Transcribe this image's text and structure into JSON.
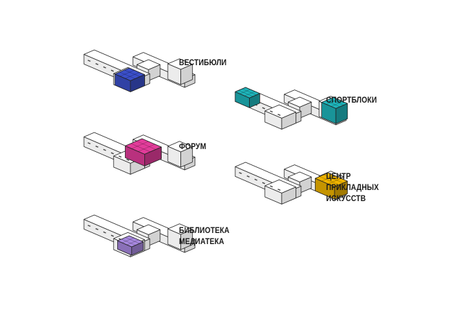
{
  "diagrams": [
    {
      "id": "lobbies",
      "label_lines": [
        "ВЕСТИБЮЛИ"
      ],
      "highlight_color": "#3b4fc9",
      "highlight_zone": "front-wing-end"
    },
    {
      "id": "sports",
      "label_lines": [
        "СПОРТБЛОКИ"
      ],
      "highlight_color": "#1fb5bb",
      "highlight_zone": "two-ends"
    },
    {
      "id": "forum",
      "label_lines": [
        "ФОРУМ"
      ],
      "highlight_color": "#e23c9a",
      "highlight_zone": "center"
    },
    {
      "id": "crafts",
      "label_lines": [
        "ЦЕНТР",
        "ПРИКЛАДНЫХ",
        "ИСКУССТВ"
      ],
      "highlight_color": "#f0b400",
      "highlight_zone": "back-wing"
    },
    {
      "id": "library",
      "label_lines": [
        "БИБЛИОТЕКА",
        "МЕДИАТЕКА"
      ],
      "highlight_color": "#a889e0",
      "highlight_zone": "front-junction"
    }
  ]
}
